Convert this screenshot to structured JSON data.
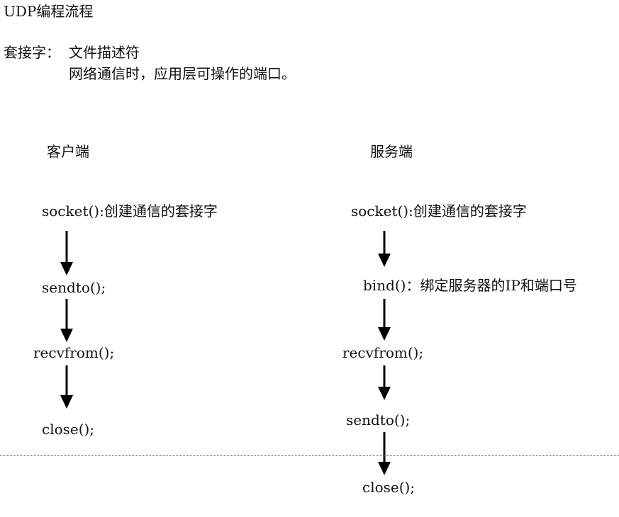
{
  "title": "UDP编程流程",
  "intro": {
    "label": "套接字：",
    "line1": "文件描述符",
    "line2": "网络通信时，应用层可操作的端口。"
  },
  "client": {
    "heading": "客户端",
    "steps": [
      "socket():创建通信的套接字",
      "sendto();",
      "recvfrom();",
      "close();"
    ]
  },
  "server": {
    "heading": "服务端",
    "steps": [
      "socket():创建通信的套接字",
      "bind()：绑定服务器的IP和端口号",
      "recvfrom();",
      "sendto();",
      "close();"
    ]
  }
}
